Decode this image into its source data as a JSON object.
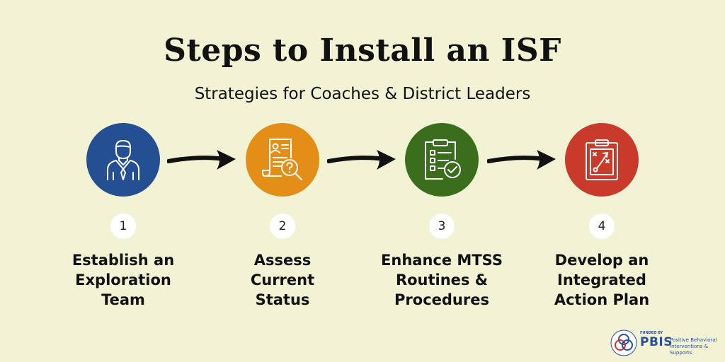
{
  "header": {
    "title": "Steps to Install an ISF",
    "subtitle": "Strategies for Coaches & District Leaders"
  },
  "steps": [
    {
      "number": "1",
      "label_lines": [
        "Establish an",
        "Exploration",
        "Team"
      ],
      "icon": "team-member-icon",
      "color": "#244f93"
    },
    {
      "number": "2",
      "label_lines": [
        "Assess",
        "Current",
        "Status"
      ],
      "icon": "assessment-search-icon",
      "color": "#e38e17"
    },
    {
      "number": "3",
      "label_lines": [
        "Enhance MTSS",
        "Routines &",
        "Procedures"
      ],
      "icon": "checklist-clipboard-icon",
      "color": "#3b6e1c"
    },
    {
      "number": "4",
      "label_lines": [
        "Develop an",
        "Integrated",
        "Action Plan"
      ],
      "icon": "strategy-clipboard-icon",
      "color": "#c93a2b"
    }
  ],
  "logo": {
    "tagline": "FUNDED BY",
    "brand": "PBIS",
    "description_lines": [
      "Positive Behavioral",
      "Interventions & Supports"
    ]
  }
}
